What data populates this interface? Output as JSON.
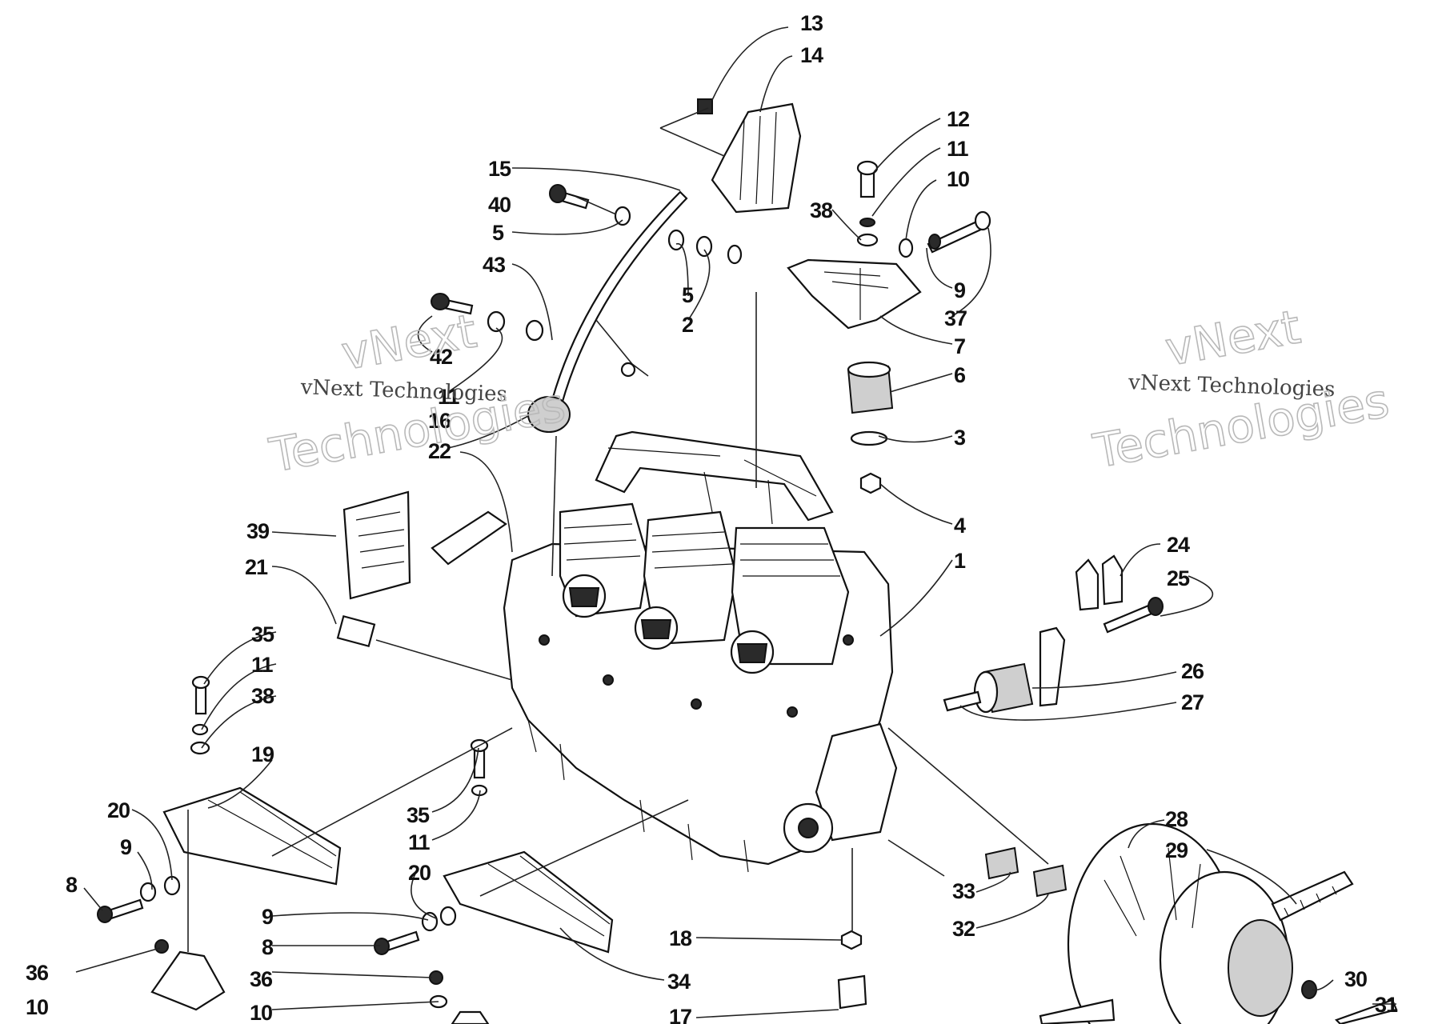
{
  "watermarks": [
    {
      "big_top": "vNext",
      "small": "vNext Technologies",
      "big_bottom": "Technologies"
    },
    {
      "big_top": "vNext",
      "small": "vNext Technologies",
      "big_bottom": "Technologies"
    }
  ],
  "callouts": {
    "c1": "1",
    "c2": "2",
    "c3": "3",
    "c4": "4",
    "c5a": "5",
    "c5b": "5",
    "c6": "6",
    "c7": "7",
    "c8a": "8",
    "c8b": "8",
    "c9a": "9",
    "c9b": "9",
    "c9c": "9",
    "c10a": "10",
    "c10b": "10",
    "c10c": "10",
    "c11a": "11",
    "c11b": "11",
    "c11c": "11",
    "c11d": "11",
    "c12": "12",
    "c13": "13",
    "c14": "14",
    "c15": "15",
    "c16": "16",
    "c17": "17",
    "c18": "18",
    "c19": "19",
    "c20a": "20",
    "c20b": "20",
    "c21": "21",
    "c22": "22",
    "c24": "24",
    "c25": "25",
    "c26": "26",
    "c27": "27",
    "c28": "28",
    "c29": "29",
    "c30": "30",
    "c31": "31",
    "c32": "32",
    "c33": "33",
    "c34": "34",
    "c35a": "35",
    "c35b": "35",
    "c36a": "36",
    "c36b": "36",
    "c37": "37",
    "c38a": "38",
    "c38b": "38",
    "c39": "39",
    "c40": "40",
    "c42": "42",
    "c43": "43"
  },
  "colors": {
    "ink": "#111111",
    "paper": "#ffffff",
    "watermark": "#b9b9b9"
  }
}
